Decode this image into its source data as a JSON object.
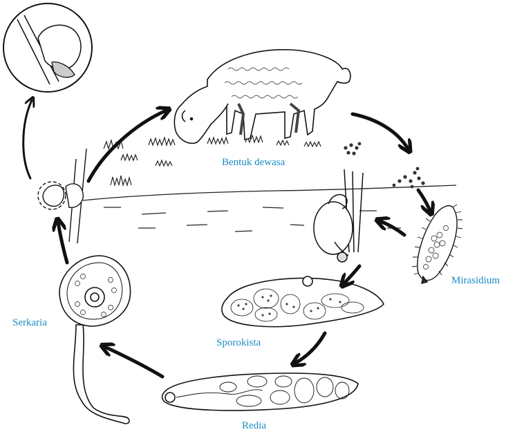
{
  "labels": {
    "adult": "Bentuk dewasa",
    "miracidium": "Mirasidium",
    "sporocyst": "Sporokista",
    "redia": "Redia",
    "cercaria": "Serkaria"
  },
  "colors": {
    "label": "#1a8bc4",
    "ink": "#111111"
  },
  "icons": [
    "sheep-icon",
    "snail-icon",
    "eggs-icon",
    "miracidium-icon",
    "sporocyst-icon",
    "redia-icon",
    "cercaria-icon",
    "encysted-metacercaria-icon"
  ]
}
